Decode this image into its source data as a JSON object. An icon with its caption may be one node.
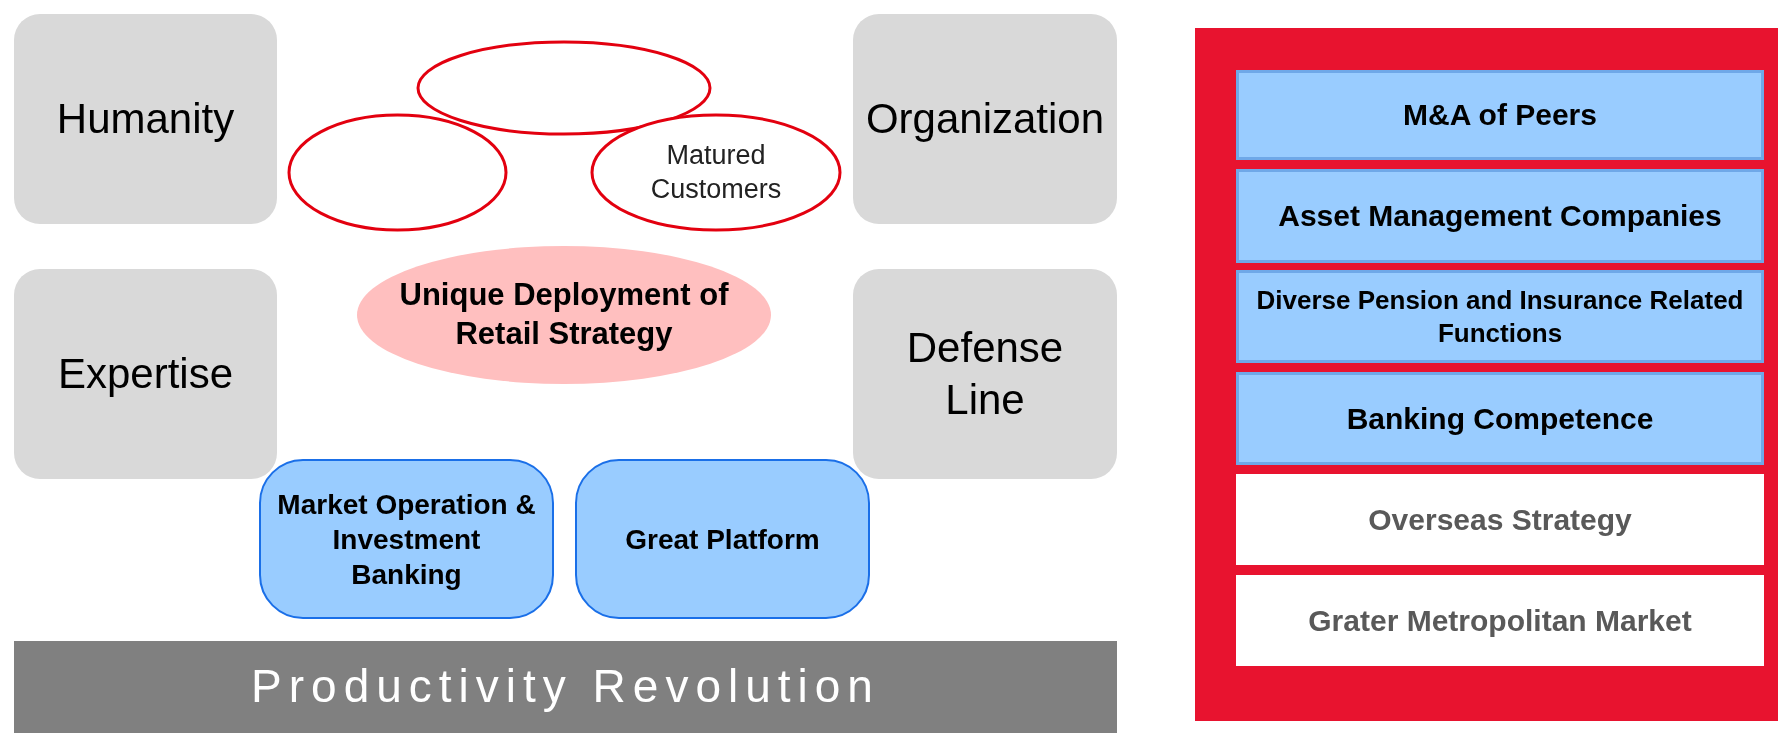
{
  "diagram": {
    "nodes": [
      {
        "text": [
          "Humanity"
        ]
      },
      {
        "text": [],
        "shape": "ellipse"
      },
      {
        "text": [
          "Organization"
        ]
      },
      {
        "text": [],
        "shape": "ellipse"
      },
      {
        "text": [
          "Matured Customers"
        ]
      },
      {
        "text": [
          "Unique Deployment of Retail Strategy"
        ]
      },
      {
        "text": [
          "Expertise"
        ]
      },
      {
        "text": [
          "Defense Line"
        ]
      },
      {
        "text": [
          "Market Operation & Investment Banking"
        ]
      },
      {
        "text": [
          "Great Platform"
        ]
      },
      {
        "text": [
          "Productivity Revolution"
        ]
      },
      {
        "text": [],
        "shape": "box"
      },
      {
        "text": [
          "M&A of Peers"
        ],
        "in": 11
      },
      {
        "text": [
          "Asset Management Companies"
        ],
        "in": 11
      },
      {
        "text": [
          "Diverse Pension and Insurance Related Functions"
        ],
        "in": 11
      },
      {
        "text": [
          "Banking Competence"
        ],
        "in": 11
      },
      {
        "text": [
          "Overseas Strategy"
        ],
        "in": 11
      },
      {
        "text": [
          "Grater Metropolitan Market"
        ],
        "in": 11
      }
    ],
    "edges": []
  }
}
